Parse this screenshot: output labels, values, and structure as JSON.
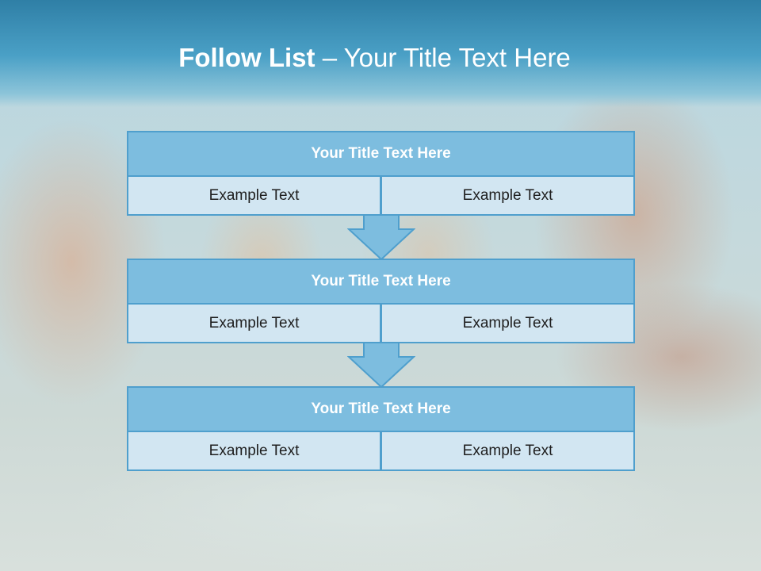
{
  "slide": {
    "title_bold": "Follow List",
    "title_rest": " – Your Title Text Here"
  },
  "blocks": [
    {
      "title": "Your Title Text Here",
      "left": "Example Text",
      "right": "Example Text"
    },
    {
      "title": "Your Title Text Here",
      "left": "Example Text",
      "right": "Example Text"
    },
    {
      "title": "Your Title Text Here",
      "left": "Example Text",
      "right": "Example Text"
    }
  ],
  "colors": {
    "header_fill": "#7dbddf",
    "cell_fill": "#d2e6f2",
    "border": "#4f9fcd",
    "arrow_fill": "#7dbddf"
  },
  "background": {
    "subject": "beach-family-photo"
  }
}
